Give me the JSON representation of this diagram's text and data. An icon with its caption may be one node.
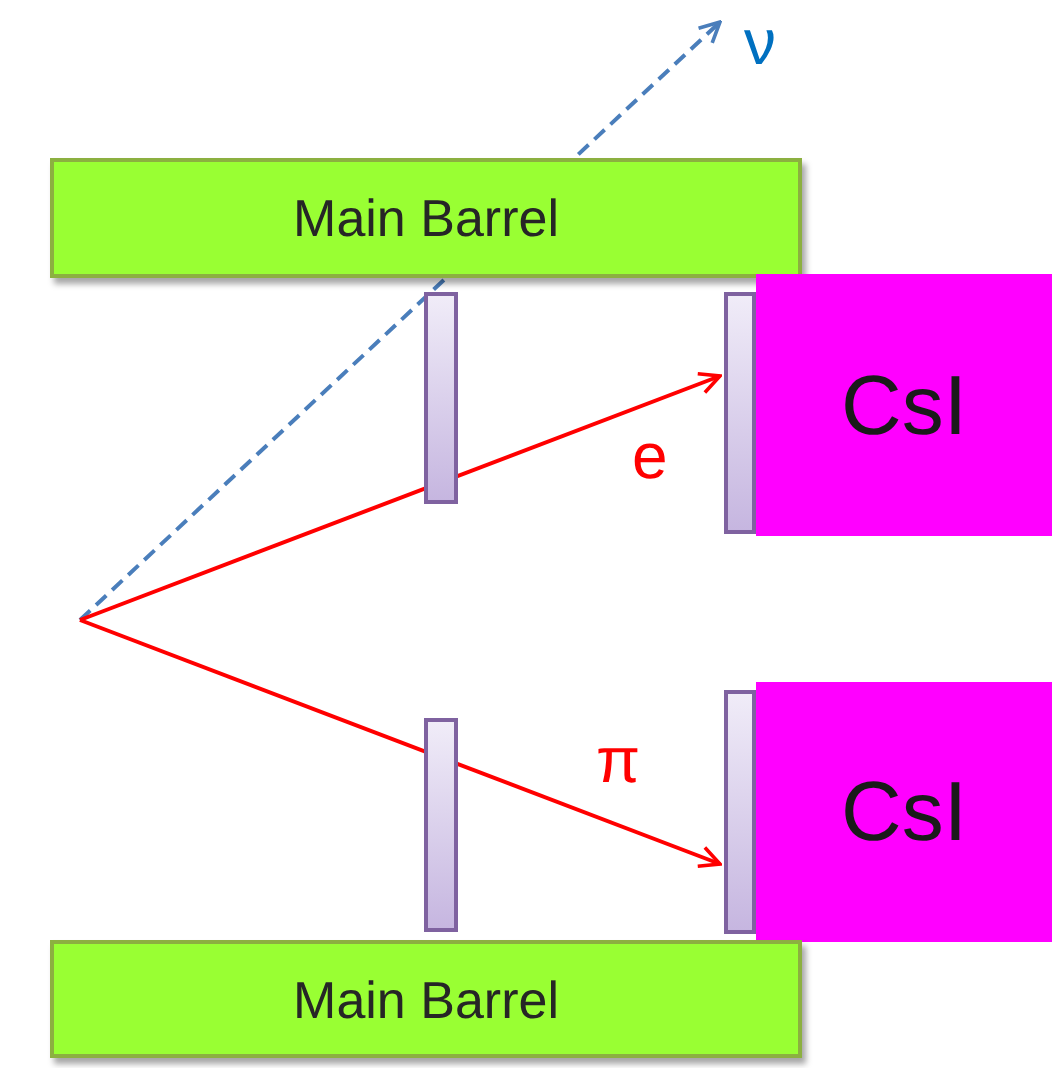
{
  "diagram": {
    "nodes": [
      {
        "text": [
          "ν"
        ]
      },
      {
        "text": [
          "Main Barrel"
        ]
      },
      {
        "text": [],
        "shape": "bar"
      },
      {
        "text": [],
        "shape": "bar"
      },
      {
        "text": [
          "CsI"
        ]
      },
      {
        "text": [],
        "shape": "bar"
      },
      {
        "text": [],
        "shape": "bar"
      },
      {
        "text": [
          "CsI"
        ]
      },
      {
        "text": [
          "Main Barrel"
        ]
      }
    ],
    "edges": [
      {
        "from": null,
        "to": 0,
        "arrow": "to",
        "style": "dashed",
        "color": "#4a7ebb"
      },
      {
        "from": null,
        "to": 3,
        "arrow": "to",
        "label": "e"
      },
      {
        "from": null,
        "to": 6,
        "arrow": "to",
        "label": "π"
      }
    ]
  }
}
